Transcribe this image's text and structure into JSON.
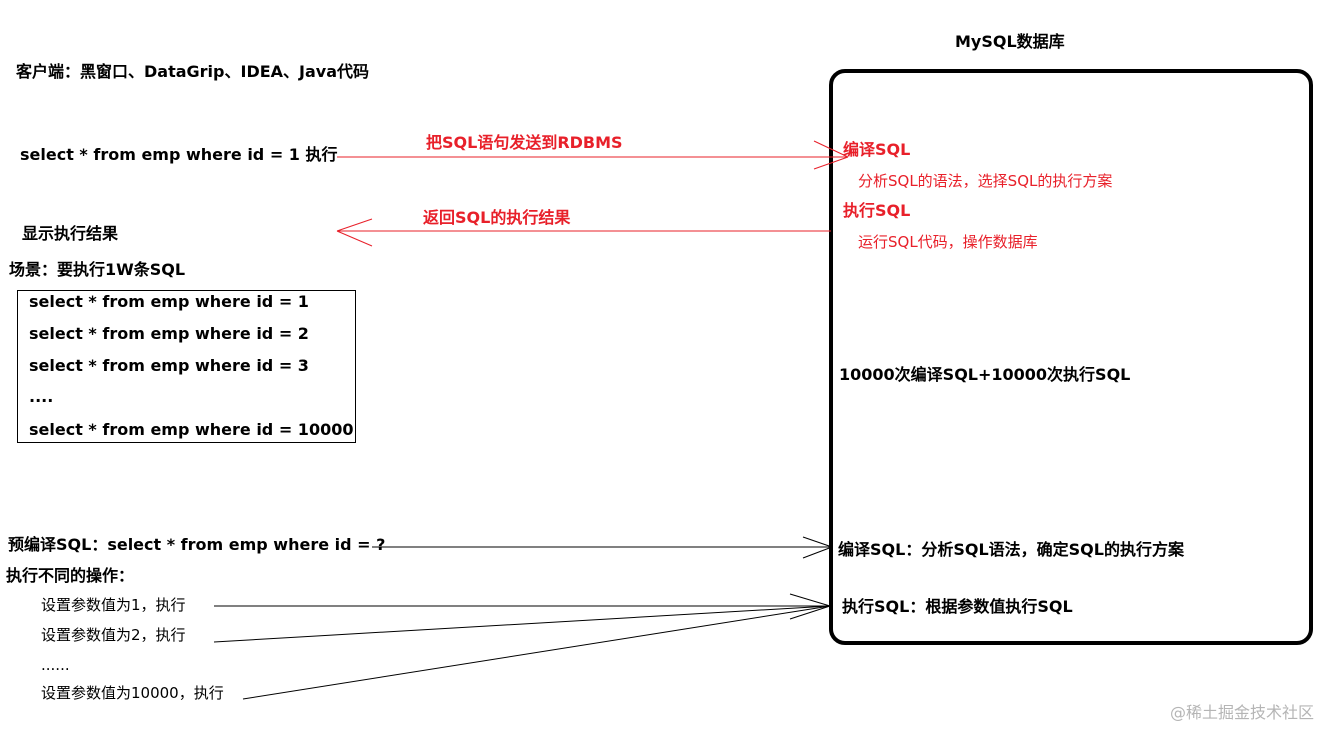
{
  "db_title": "MySQL数据库",
  "client_label": "客户端：黑窗口、DataGrip、IDEA、Java代码",
  "flow": {
    "sql_statement": "select * from emp where id = 1  执行",
    "send_label": "把SQL语句发送到RDBMS",
    "display_result": "显示执行结果",
    "return_label": "返回SQL的执行结果"
  },
  "db_steps": {
    "compile_title": "编译SQL",
    "compile_desc": "分析SQL的语法，选择SQL的执行方案",
    "execute_title": "执行SQL",
    "execute_desc": "运行SQL代码，操作数据库",
    "batch_summary": "10000次编译SQL+10000次执行SQL",
    "precompile_step": "编译SQL：分析SQL语法，确定SQL的执行方案",
    "param_exec_step": "执行SQL：根据参数值执行SQL"
  },
  "scenario": {
    "title": "场景：要执行1W条SQL",
    "lines": [
      "select * from emp where id = 1",
      "select * from emp where id = 2",
      "select * from emp where id = 3",
      "....",
      "select * from emp where id = 10000"
    ]
  },
  "prepared": {
    "precompile": "预编译SQL：select * from emp where id = ?",
    "ops_title": "执行不同的操作：",
    "ops": [
      "设置参数值为1，执行",
      "设置参数值为2，执行",
      "......",
      "设置参数值为10000，执行"
    ]
  },
  "watermark": "@稀土掘金技术社区",
  "colors": {
    "accent_red": "#e8202a",
    "line_black": "#000000"
  }
}
